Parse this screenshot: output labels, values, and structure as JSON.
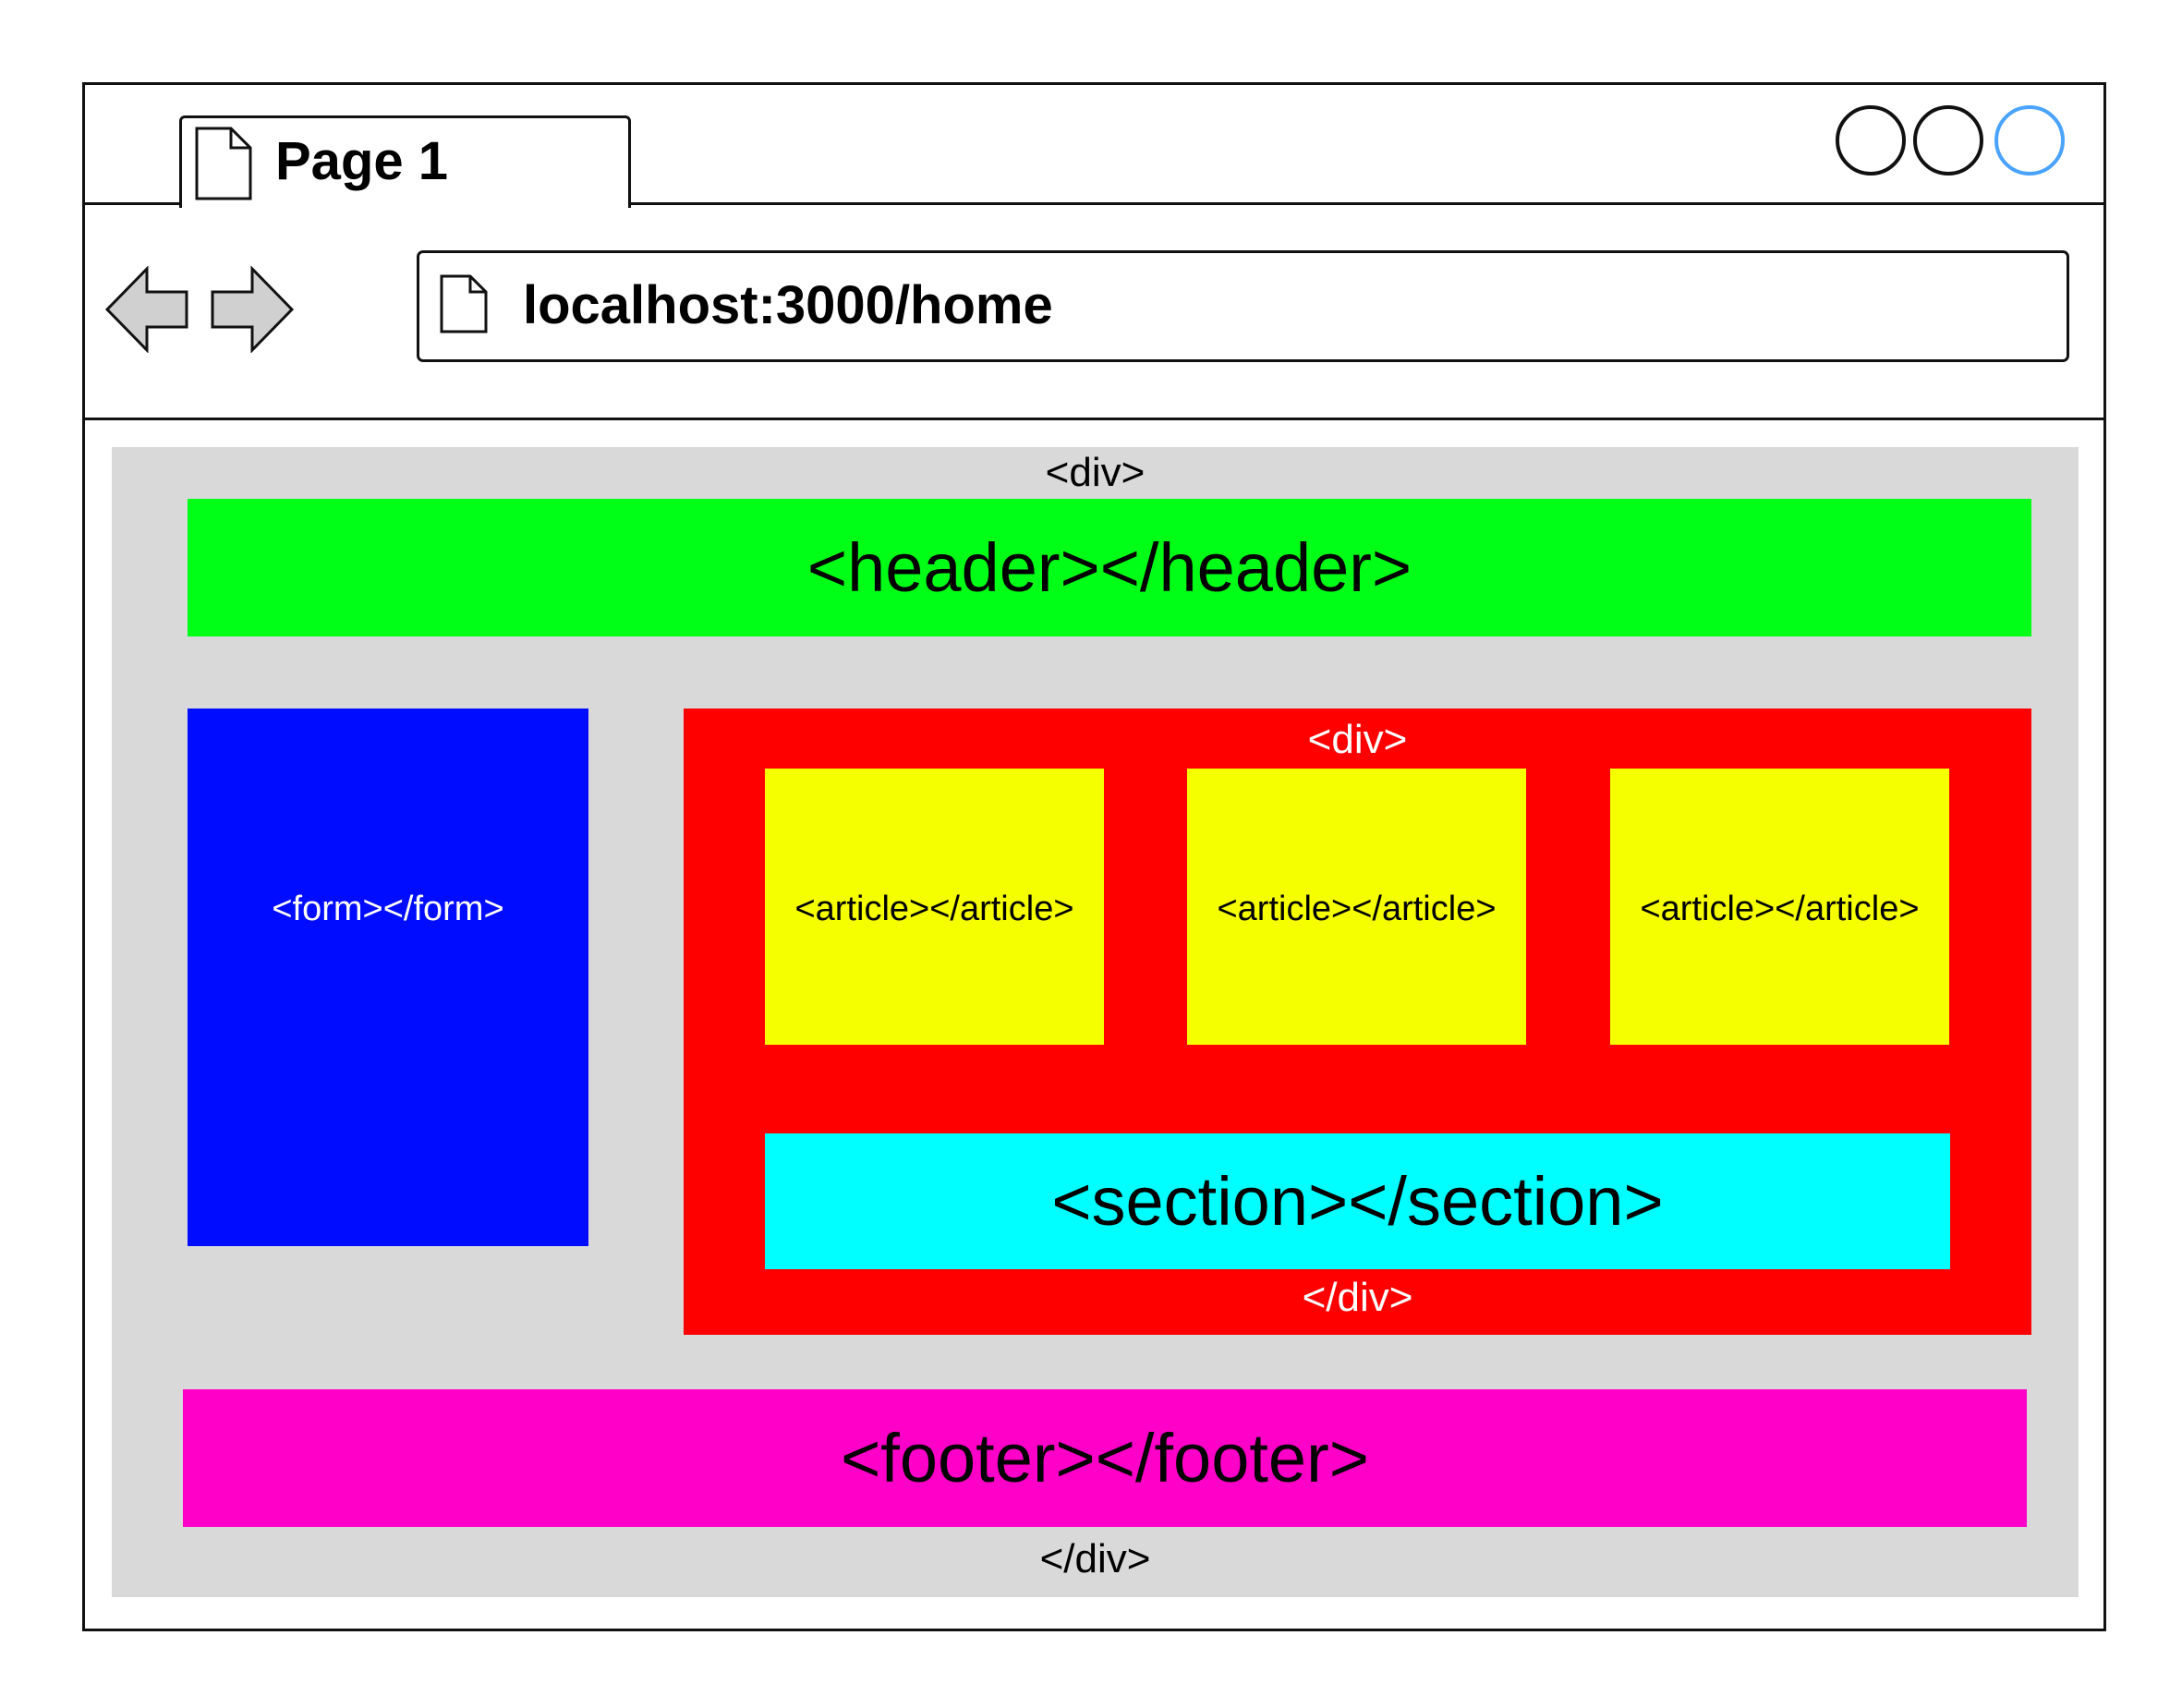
{
  "browser": {
    "tab": {
      "title": "Page 1",
      "icon": "document-icon"
    },
    "window_controls": [
      {
        "name": "window-button-1",
        "color": "#111111"
      },
      {
        "name": "window-button-2",
        "color": "#111111"
      },
      {
        "name": "window-button-3",
        "color": "#4aa3ff"
      }
    ],
    "nav": {
      "back_icon": "back-arrow-icon",
      "forward_icon": "forward-arrow-icon"
    },
    "address": {
      "url": "localhost:3000/home",
      "icon": "document-icon"
    }
  },
  "layout": {
    "outer_div": {
      "open_tag": "<div>",
      "close_tag": "</div>",
      "color": "#d9d9d9"
    },
    "header": {
      "label": "<header></header>",
      "color": "#00ff17"
    },
    "form": {
      "label": "<form></form>",
      "color": "#000cff"
    },
    "inner_div": {
      "open_tag": "<div>",
      "close_tag": "</div>",
      "color": "#ff0000",
      "articles": [
        {
          "label": "<article></article>"
        },
        {
          "label": "<article></article>"
        },
        {
          "label": "<article></article>"
        }
      ],
      "article_color": "#f6ff00",
      "section": {
        "label": "<section></section>",
        "color": "#00ffff"
      }
    },
    "footer": {
      "label": "<footer></footer>",
      "color": "#ff00c8"
    }
  }
}
